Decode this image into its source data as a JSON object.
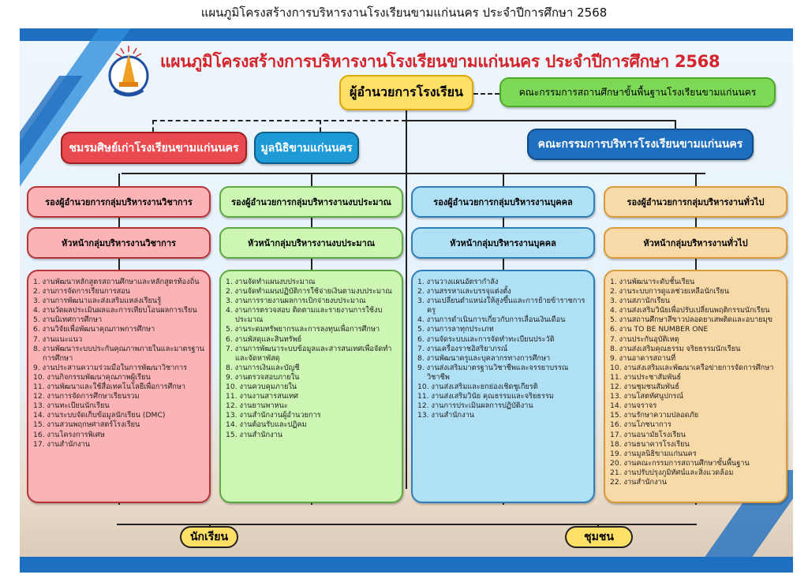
{
  "caption": "แผนภูมิโครงสร้างการบริหารงานโรงเรียนขามแก่นนคร   ประจำปีการศึกษา 2568",
  "title": "แผนภูมิโครงสร้างการบริหารงานโรงเรียนขามแก่นนคร  ประจำปีการศึกษา 2568",
  "director": "ผู้อำนวยการโรงเรียน",
  "basic_committee": "คณะกรรมการสถานศึกษาขั้นพื้นฐานโรงเรียนขามแก่นนคร",
  "alumni": "ชมรมศิษย์เก่าโรงเรียนขามแก่นนคร",
  "foundation": "มูลนิธิขามแก่นนคร",
  "admin_committee": "คณะกรรมการบริหารโรงเรียนขามแก่นนคร",
  "colors": {
    "red": "#fbb3b6",
    "green": "#cdf6b4",
    "blue": "#b0e0f5",
    "orange": "#f8d9a8"
  },
  "groups": [
    {
      "deputy": "รองผู้อำนวยการกลุ่มบริหารงานวิชาการ",
      "head": "หัวหน้ากลุ่มบริหารงานวิชาการ",
      "items": [
        "1. งานพัฒนาหลักสูตรสถานศึกษาและหลักสูตรท้องถิ่น",
        "2. งานการจัดการเรียนการสอน",
        "3. งานการพัฒนาและส่งเสริมแหล่งเรียนรู้",
        "4. งานวัดผลประเมินผลและการเทียบโอนผลการเรียน",
        "5. งานนิเทศการศึกษา",
        "6. งานวิจัยเพื่อพัฒนาคุณภาพการศึกษา",
        "7. งานแนะแนว",
        "8. งานพัฒนาระบบประกันคุณภาพภายในและมาตรฐานการศึกษา",
        "9. งานประสานความร่วมมือในการพัฒนาวิชาการ",
        "10. งานกิจกรรมพัฒนาคุณภาพผู้เรียน",
        "11. งานพัฒนาและใช้สื่อเทคโนโลยีเพื่อการศึกษา",
        "12. งานการจัดการศึกษาเรียนรวม",
        "13. งานทะเบียนนักเรียน",
        "14. งานระบบจัดเก็บข้อมูลนักเรียน (DMC)",
        "15. งานสวนพฤกษศาสตร์โรงเรียน",
        "16. งานโครงการพิเศษ",
        "17. งานสำนักงาน"
      ]
    },
    {
      "deputy": "รองผู้อำนวยการกลุ่มบริหารงานงบประมาณ",
      "head": "หัวหน้ากลุ่มบริหารงานงบประมาณ",
      "items": [
        "1. งานจัดทำแผนงบประมาณ",
        "2. งานจัดทำแผนปฏิบัติการใช้จ่ายเงินตามงบประมาณ",
        "3. งานการรายงานผลการเบิกจ่ายงบประมาณ",
        "4. งานการตรวจสอบ ติดตามและรายงานการใช้งบประมาณ",
        "5. งานระดมทรัพยากรและการลงทุนเพื่อการศึกษา",
        "6. งานพัสดุและสินทรัพย์",
        "7. งานการพัฒนาระบบข้อมูลและสารสนเทศเพื่อจัดทำและจัดหาพัสดุ",
        "8. งานการเงินและบัญชี",
        "9. งานตรวจสอบภายใน",
        "10. งานควบคุมภายใน",
        "11. งานงานสารสนเทศ",
        "12. งานยานพาหนะ",
        "13. งานสำนักงานผู้อำนวยการ",
        "14. งานต้อนรับและปฏิคม",
        "15. งานสำนักงาน"
      ]
    },
    {
      "deputy": "รองผู้อำนวยการกลุ่มบริหารงานบุคคล",
      "head": "หัวหน้ากลุ่มบริหารงานบุคคล",
      "items": [
        "1. งานวางแผนอัตรากำลัง",
        "2. งานสรรหาและบรรจุแต่งตั้ง",
        "3. งานเปลี่ยนตำแหน่งให้สูงขึ้นและการย้ายข้าราชการครู",
        "4. งานการดำเนินการเกี่ยวกับการเลื่อนเงินเดือน",
        "5. งานการลาทุกประเภท",
        "6. งานจัดระบบและการจัดทำทะเบียนประวัติ",
        "7. งานเครื่องราชอิสริยาภรณ์",
        "8. งานพัฒนาครูและบุคลากรทางการศึกษา",
        "9. งานส่งเสริมมาตรฐานวิชาชีพและจรรยาบรรณวิชาชีพ",
        "10. งานส่งเสริมและยกย่องเชิดชูเกียรติ",
        "11. งานส่งเสริมวินัย คุณธรรมและจริยธรรม",
        "12. งานการประเมินผลการปฏิบัติงาน",
        "13. งานสำนักงาน"
      ]
    },
    {
      "deputy": "รองผู้อำนวยการกลุ่มบริหารงานทั่วไป",
      "head": "หัวหน้ากลุ่มบริหารงานทั่วไป",
      "items": [
        "1. งานพัฒนาระดับชั้นเรียน",
        "2. งานระบบการดูแลช่วยเหลือนักเรียน",
        "3. งานสภานักเรียน",
        "4. งานส่งเสริมวินัยเพื่อปรับเปลี่ยนพฤติกรรมนักเรียน",
        "5. งานสถานศึกษาสีขาวปลอดยาเสพติดและอบายมุข",
        "6. งาน TO BE NUMBER ONE",
        "7. งานประกันอุบัติเหตุ",
        "8. งานส่งเสริมคุณธรรม จริยธรรมนักเรียน",
        "9. งานอาคารสถานที่",
        "10. งานส่งเสริมและพัฒนาเครือข่ายการจัดการศึกษา",
        "11. งานประชาสัมพันธ์",
        "12. งานชุมชนสัมพันธ์",
        "13. งานโสตทัศนูปกรณ์",
        "14. งานจราจร",
        "15. งานรักษาความปลอดภัย",
        "16. งานโภชนาการ",
        "17. งานอนามัยโรงเรียน",
        "18. งานธนาคารโรงเรียน",
        "19. งานมูลนิธิขามแก่นนคร",
        "20. งานคณะกรรมการสถานศึกษาขั้นพื้นฐาน",
        "21. งานปรับปรุงภูมิทัศน์และสิ่งแวดล้อม",
        "22. งานสำนักงาน"
      ]
    }
  ],
  "students": "นักเรียน",
  "community": "ชุมชน"
}
